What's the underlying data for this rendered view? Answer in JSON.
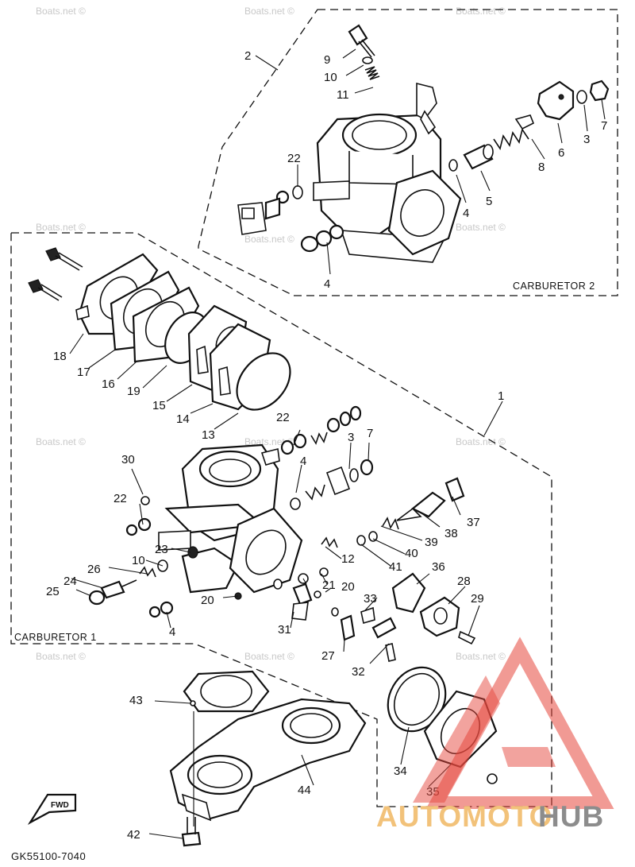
{
  "callouts": [
    {
      "id": "c2top",
      "text": "2"
    },
    {
      "id": "c9",
      "text": "9"
    },
    {
      "id": "c10top",
      "text": "10"
    },
    {
      "id": "c11",
      "text": "11"
    },
    {
      "id": "c22top",
      "text": "22"
    },
    {
      "id": "c4a",
      "text": "4"
    },
    {
      "id": "c5",
      "text": "5"
    },
    {
      "id": "c8",
      "text": "8"
    },
    {
      "id": "c6",
      "text": "6"
    },
    {
      "id": "c3top",
      "text": "3"
    },
    {
      "id": "c7top",
      "text": "7"
    },
    {
      "id": "c4b",
      "text": "4"
    },
    {
      "id": "c18",
      "text": "18"
    },
    {
      "id": "c17",
      "text": "17"
    },
    {
      "id": "c16",
      "text": "16"
    },
    {
      "id": "c19",
      "text": "19"
    },
    {
      "id": "c15",
      "text": "15"
    },
    {
      "id": "c14",
      "text": "14"
    },
    {
      "id": "c13",
      "text": "13"
    },
    {
      "id": "c1",
      "text": "1"
    },
    {
      "id": "c22mid",
      "text": "22"
    },
    {
      "id": "c3mid",
      "text": "3"
    },
    {
      "id": "c7mid",
      "text": "7"
    },
    {
      "id": "c30",
      "text": "30"
    },
    {
      "id": "c4c",
      "text": "4"
    },
    {
      "id": "c22low",
      "text": "22"
    },
    {
      "id": "c37",
      "text": "37"
    },
    {
      "id": "c38",
      "text": "38"
    },
    {
      "id": "c39",
      "text": "39"
    },
    {
      "id": "c40",
      "text": "40"
    },
    {
      "id": "c41",
      "text": "41"
    },
    {
      "id": "c23",
      "text": "23"
    },
    {
      "id": "c12",
      "text": "12"
    },
    {
      "id": "c10low",
      "text": "10"
    },
    {
      "id": "c36",
      "text": "36"
    },
    {
      "id": "c26",
      "text": "26"
    },
    {
      "id": "c24",
      "text": "24"
    },
    {
      "id": "c25",
      "text": "25"
    },
    {
      "id": "c21",
      "text": "21"
    },
    {
      "id": "c20a",
      "text": "20"
    },
    {
      "id": "c20b",
      "text": "20"
    },
    {
      "id": "c28",
      "text": "28"
    },
    {
      "id": "c33",
      "text": "33"
    },
    {
      "id": "c29",
      "text": "29"
    },
    {
      "id": "c31",
      "text": "31"
    },
    {
      "id": "c4d",
      "text": "4"
    },
    {
      "id": "c27",
      "text": "27"
    },
    {
      "id": "c32",
      "text": "32"
    },
    {
      "id": "c43",
      "text": "43"
    },
    {
      "id": "c34",
      "text": "34"
    },
    {
      "id": "c44",
      "text": "44"
    },
    {
      "id": "c35",
      "text": "35"
    },
    {
      "id": "c42",
      "text": "42"
    }
  ],
  "labels": {
    "carburetor_2": "CARBURETOR 2",
    "carburetor_1": "CARBURETOR 1",
    "diagram_code": "GK55100-7040",
    "front_arrow": "FWD"
  },
  "watermarks": {
    "text": "Boats.net ©"
  },
  "branding": {
    "part1": "AUTOMOTO",
    "part2": "HUB",
    "color_auto": "#f2c27a",
    "color_hub": "#8c8c8c",
    "color_logo": "#e6473d"
  }
}
